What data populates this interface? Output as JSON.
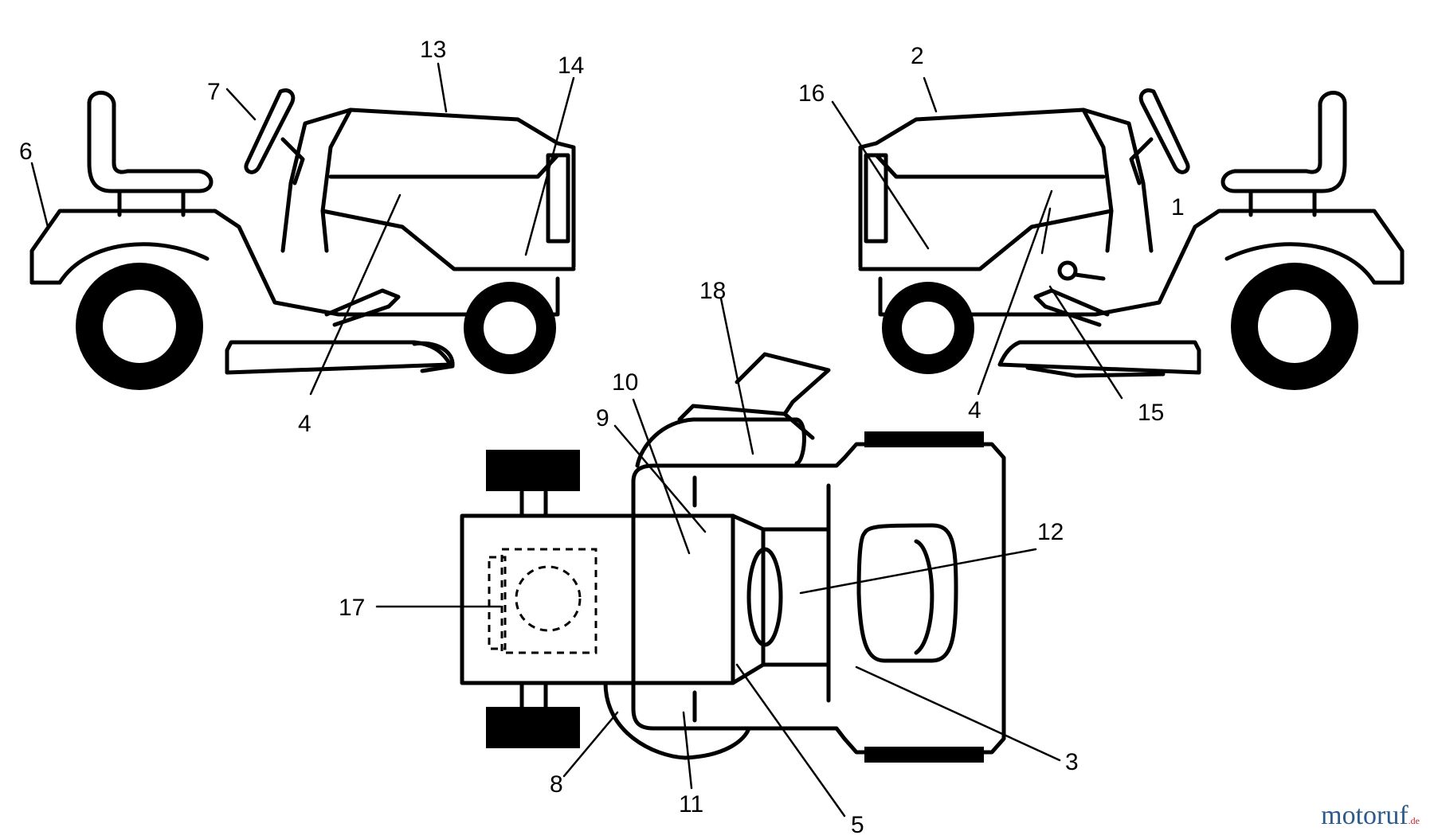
{
  "callouts": [
    "1",
    "2",
    "3",
    "4",
    "4",
    "5",
    "6",
    "7",
    "8",
    "9",
    "10",
    "11",
    "12",
    "13",
    "14",
    "15",
    "16",
    "17",
    "18"
  ],
  "watermark": {
    "text": "motoruf",
    "suffix": ".de"
  }
}
